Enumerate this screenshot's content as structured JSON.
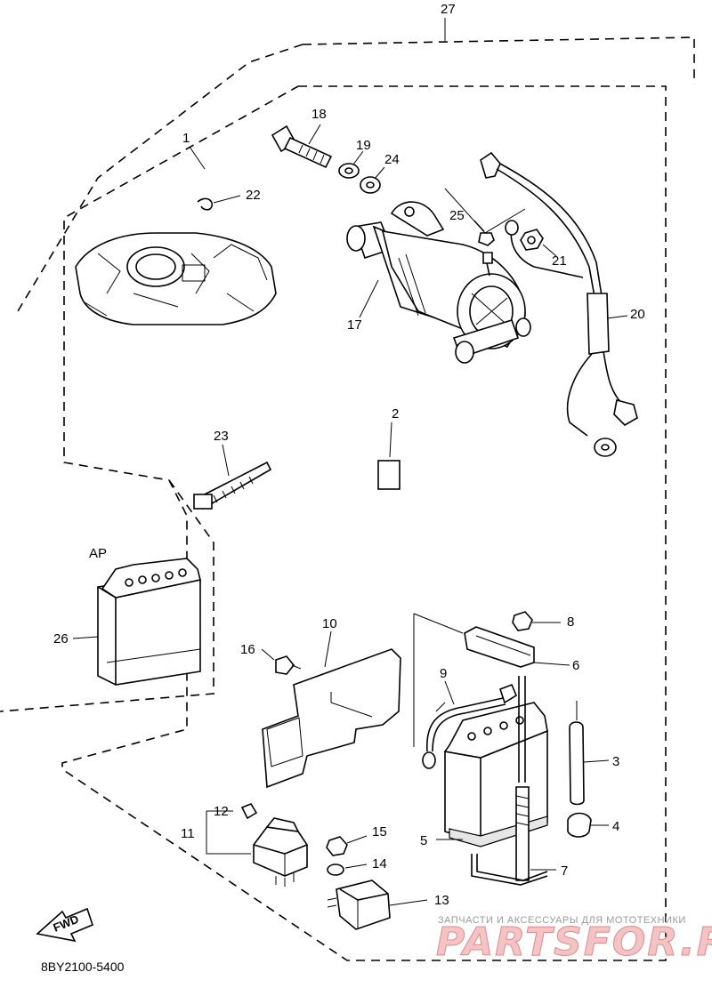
{
  "diagram": {
    "drawing_code": "8BY2100-5400",
    "fwd_label": "FWD",
    "variant_label": "AP",
    "callouts": {
      "p1": "1",
      "p2": "2",
      "p3": "3",
      "p4": "4",
      "p5": "5",
      "p6": "6",
      "p7": "7",
      "p8": "8",
      "p9": "9",
      "p10": "10",
      "p11": "11",
      "p12": "12",
      "p13": "13",
      "p14": "14",
      "p15": "15",
      "p16": "16",
      "p17": "17",
      "p18": "18",
      "p19": "19",
      "p20": "20",
      "p21": "21",
      "p22": "22",
      "p23": "23",
      "p24": "24",
      "p25": "25",
      "p26": "26",
      "p27": "27"
    }
  },
  "watermark": {
    "caption": "ЗАПЧАСТИ И АКСЕССУАРЫ ДЛЯ МОТОТЕХНИКИ",
    "logo": "PARTSFOR.RU"
  }
}
